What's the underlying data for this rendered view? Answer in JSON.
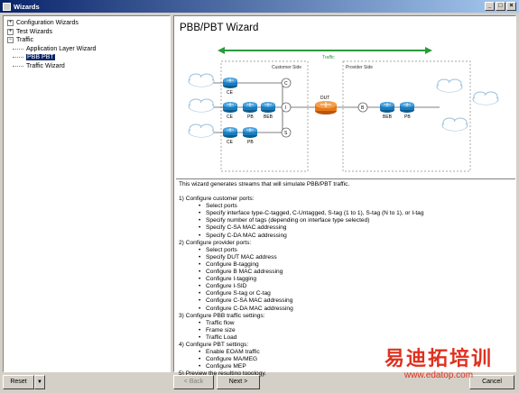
{
  "window": {
    "title": "Wizards",
    "controls": [
      "_",
      "□",
      "×"
    ]
  },
  "tree": {
    "items": [
      {
        "label": "Configuration Wizards",
        "expander": "+"
      },
      {
        "label": "Test Wizards",
        "expander": "+"
      },
      {
        "label": "Traffic",
        "expander": "−"
      }
    ],
    "children": [
      {
        "label": "Application Layer Wizard"
      },
      {
        "label": "PBB PBT"
      },
      {
        "label": "Traffic Wizard"
      }
    ]
  },
  "main": {
    "title": "PBB/PBT Wizard",
    "diagram": {
      "traffic": "Traffic",
      "customer_side": "Customer Side",
      "provider_side": "Provider Side",
      "dut": "DUT",
      "labels": {
        "ce": "CE",
        "pb": "PB",
        "beb": "BEB",
        "c": "C",
        "i": "I",
        "s": "S",
        "b": "B"
      }
    },
    "description": {
      "intro": "This wizard generates streams that will simulate PBB/PBT traffic.",
      "sections": [
        {
          "heading": "1) Configure customer ports:",
          "items": [
            "Select ports",
            "Specify interface type-C-tagged, C-Untagged, S-tag (1 to 1), S-tag (N to 1), or I-tag",
            "Specify number of tags (depending on interface type selected)",
            "Specify C-SA MAC addressing",
            "Specify C-DA MAC addressing"
          ]
        },
        {
          "heading": "2) Configure provider ports:",
          "items": [
            "Select ports",
            "Specify DUT MAC address",
            "Configure B-tagging",
            "Configure B MAC addressing",
            "Configure I-tagging",
            "Configure I-SID",
            "Configure S-tag or C-tag",
            "Configure C-SA MAC addressing",
            "Configure C-DA MAC addressing"
          ]
        },
        {
          "heading": "3) Configure PBB traffic settings:",
          "items": [
            "Traffic flow",
            "Frame size",
            "Traffic Load"
          ]
        },
        {
          "heading": "4) Configure PBT settings:",
          "items": [
            "Enable EOAM traffic",
            "Configure MA/MEG",
            "Configure MEP"
          ]
        },
        {
          "heading": "5) Preview the resulting topology.",
          "items": []
        }
      ]
    }
  },
  "footer": {
    "reset": "Reset",
    "back": "< Back",
    "next": "Next >",
    "cancel": "Cancel"
  },
  "watermark": {
    "brand": "易迪拓培训",
    "url": "www.edatop.com"
  }
}
